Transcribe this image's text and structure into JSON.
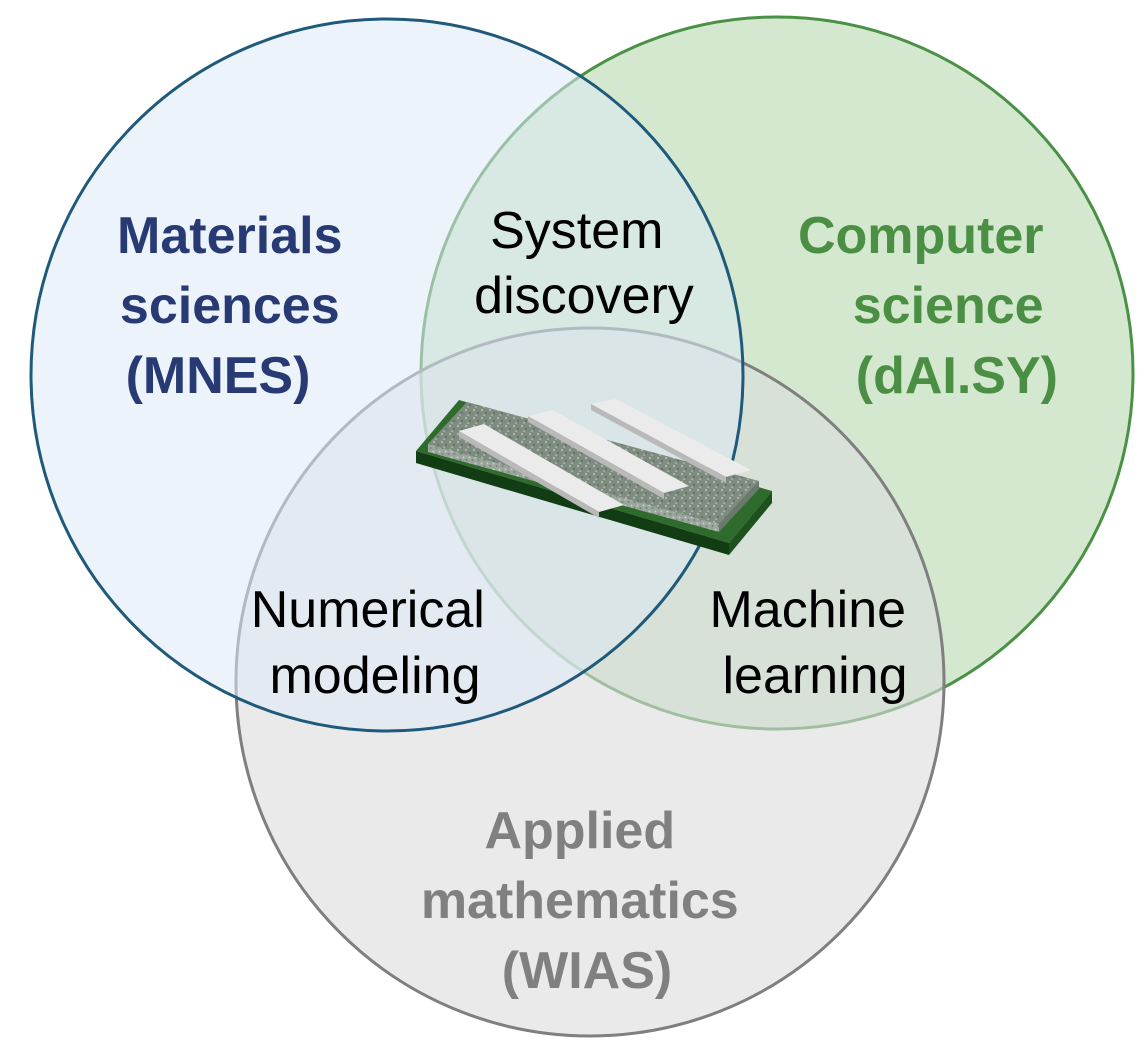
{
  "circles": {
    "materials": {
      "lines": [
        "Materials",
        "sciences",
        "(MNES)"
      ],
      "fill": "#dce9f5",
      "stroke": "#1f5a7a",
      "text_color": "#283a73"
    },
    "computer": {
      "lines": [
        "Computer",
        "science",
        "(dAI.SY)"
      ],
      "fill": "#bcdcb6",
      "stroke": "#4a9146",
      "text_color": "#4a8f44"
    },
    "math": {
      "lines": [
        "Applied",
        "mathematics",
        "(WIAS)"
      ],
      "fill": "#e0e0e0",
      "stroke": "#7f7f7f",
      "text_color": "#808080"
    }
  },
  "overlaps": {
    "materials_computer": [
      "System",
      "discovery"
    ],
    "materials_math": [
      "Numerical",
      "modeling"
    ],
    "computer_math": [
      "Machine",
      "learning"
    ]
  },
  "center_icon": "device-chip-icon"
}
